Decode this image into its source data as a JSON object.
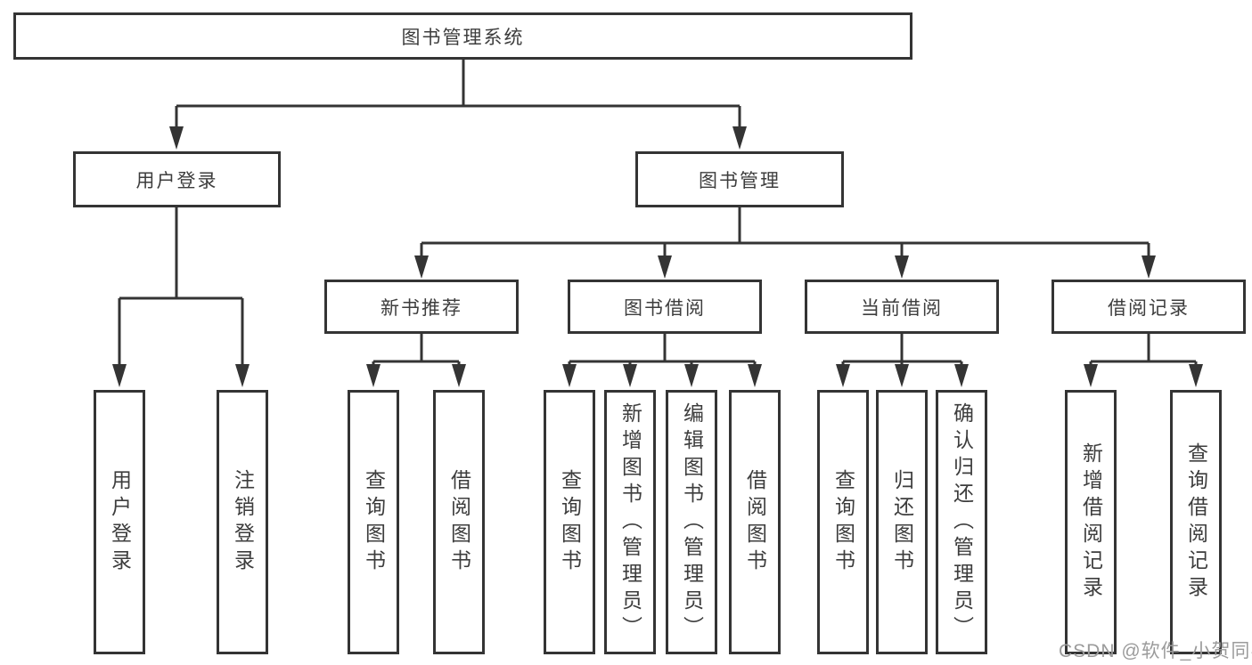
{
  "diagram": {
    "root": {
      "label": "图书管理系统",
      "children": [
        {
          "label": "用户登录",
          "children": [
            {
              "label": "用户登录"
            },
            {
              "label": "注销登录"
            }
          ]
        },
        {
          "label": "图书管理",
          "children": [
            {
              "label": "新书推荐",
              "children": [
                {
                  "label": "查询图书"
                },
                {
                  "label": "借阅图书"
                }
              ]
            },
            {
              "label": "图书借阅",
              "children": [
                {
                  "label": "查询图书"
                },
                {
                  "label": "新增图书（管理员）"
                },
                {
                  "label": "编辑图书（管理员）"
                },
                {
                  "label": "借阅图书"
                }
              ]
            },
            {
              "label": "当前借阅",
              "children": [
                {
                  "label": "查询图书"
                },
                {
                  "label": "归还图书"
                },
                {
                  "label": "确认归还（管理员）"
                }
              ]
            },
            {
              "label": "借阅记录",
              "children": [
                {
                  "label": "新增借阅记录"
                },
                {
                  "label": "查询借阅记录"
                }
              ]
            }
          ]
        }
      ]
    }
  },
  "watermark": {
    "text": "CSDN @软件_小贺同学"
  },
  "colors": {
    "line": "#343434",
    "text": "#3d3d3d",
    "background": "#ffffff",
    "watermark_text": "#9b9b9b"
  }
}
